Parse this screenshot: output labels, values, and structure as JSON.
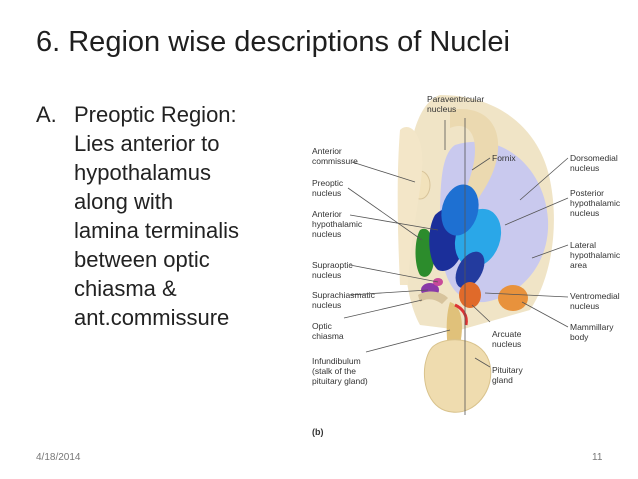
{
  "slide": {
    "title": "6. Region wise descriptions of Nuclei",
    "bullet_letter": "A.",
    "bullet_lines": [
      "Preoptic Region:",
      "Lies anterior to",
      "hypothalamus",
      "along with",
      "lamina terminalis",
      "between optic",
      "chiasma &",
      "ant.commissure"
    ],
    "footer_date": "4/18/2014",
    "page_number": "11"
  },
  "diagram": {
    "labels": {
      "paraventricular": [
        "Paraventricular",
        "nucleus"
      ],
      "anterior_commissure": [
        "Anterior",
        "commissure"
      ],
      "preoptic": [
        "Preoptic",
        "nucleus"
      ],
      "anterior_hypothalamic": [
        "Anterior",
        "hypothalamic",
        "nucleus"
      ],
      "supraoptic": [
        "Supraoptic",
        "nucleus"
      ],
      "suprachiasmatic": [
        "Suprachiasmatic",
        "nucleus"
      ],
      "optic_chiasma": [
        "Optic",
        "chiasma"
      ],
      "infundibulum": [
        "Infundibulum",
        "(stalk of the",
        "pituitary gland)"
      ],
      "fornix": [
        "Fornix"
      ],
      "dorsomedial": [
        "Dorsomedial",
        "nucleus"
      ],
      "posterior_hypothalamic": [
        "Posterior",
        "hypothalamic",
        "nucleus"
      ],
      "lateral_hypothalamic": [
        "Lateral",
        "hypothalamic",
        "area"
      ],
      "ventromedial": [
        "Ventromedial",
        "nucleus"
      ],
      "mammillary": [
        "Mammillary",
        "body"
      ],
      "arcuate": [
        "Arcuate",
        "nucleus"
      ],
      "pituitary": [
        "Pituitary",
        "gland"
      ]
    },
    "panel_label": "(b)",
    "colors": {
      "tissue": "#eee0c0",
      "fornix": "#e9d7ae",
      "lateral_area": "#c7c9ee",
      "dorsomedial": "#2aa7e8",
      "posterior": "#1e6fd0",
      "anterior_hyp": "#1a2f9a",
      "preoptic": "#2a8a2a",
      "ventromedial": "#233b9e",
      "arcuate": "#e06a2a",
      "mammillary": "#e8913a",
      "suprachiasmatic": "#8a3aa8",
      "supraoptic": "#c84a9a"
    }
  }
}
